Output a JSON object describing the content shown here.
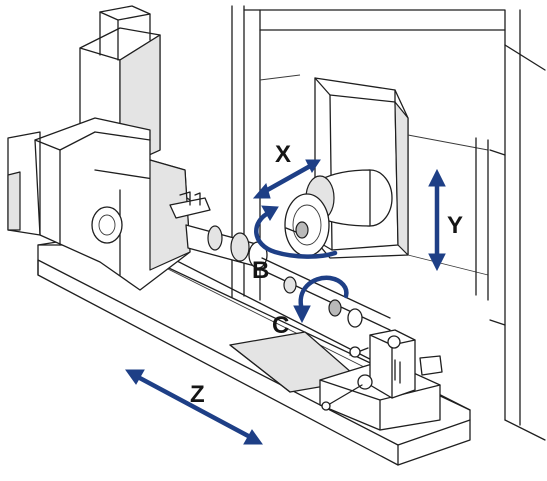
{
  "axes": {
    "x": "X",
    "y": "Y",
    "z": "Z",
    "b": "B",
    "c": "C"
  },
  "colors": {
    "arrow": "#1e3f86",
    "lines": "#1f1f1f"
  }
}
